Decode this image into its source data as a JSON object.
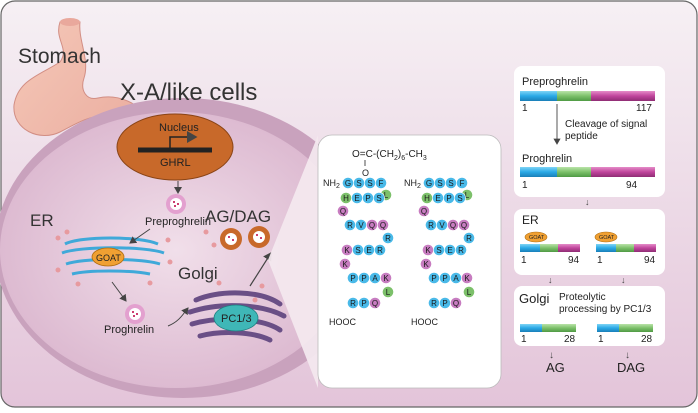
{
  "labels": {
    "stomach": "Stomach",
    "cells": "X-A/like cells",
    "nucleus": "Nucleus",
    "ghrl": "GHRL",
    "preproghrelin_cell": "Preproghrelin",
    "er": "ER",
    "goat": "GOAT",
    "proghrelin_cell": "Proghrelin",
    "golgi": "Golgi",
    "pc13": "PC1/3",
    "ag_dag": "AG/DAG"
  },
  "peptide": {
    "modification_line1": "O=C-(CH",
    "modification_sub2": "2",
    "modification_line2": ")",
    "modification_sub6": "6",
    "modification_line3": "-CH",
    "modification_sub3": "3",
    "o_label": "O",
    "nh2": "NH",
    "nh2_sub": "2",
    "hooc": "HOOC",
    "residues": [
      "G",
      "S",
      "S",
      "F",
      "L",
      "H",
      "E",
      "P",
      "S",
      "Q",
      "R",
      "V",
      "Q",
      "Q",
      "R",
      "K",
      "S",
      "E",
      "R",
      "K",
      "P",
      "P",
      "A",
      "K",
      "L",
      "R",
      "P",
      "Q"
    ]
  },
  "processing": {
    "preproghrelin_title": "Preproghrelin",
    "pre_start": "1",
    "pre_end": "117",
    "cleavage_note_1": "Cleavage of signal",
    "cleavage_note_2": "peptide",
    "proghrelin_title": "Proghrelin",
    "pro_start": "1",
    "pro_end": "94",
    "er_title": "ER",
    "goat_tag": "GOAT",
    "er_left_start": "1",
    "er_left_end": "94",
    "er_right_start": "1",
    "er_right_end": "94",
    "golgi_title": "Golgi",
    "golgi_note_1": "Proteolytic",
    "golgi_note_2": "processing by PC1/3",
    "golgi_left_start": "1",
    "golgi_left_end": "28",
    "golgi_right_start": "1",
    "golgi_right_end": "28",
    "ag": "AG",
    "dag": "DAG"
  },
  "colors": {
    "segment_blue": "#2aa9e6",
    "segment_green": "#7cc06a",
    "segment_magenta": "#c0459c",
    "nucleus": "#c8692a",
    "goat": "#f0a032",
    "pc13": "#3fb7b7",
    "golgi": "#6a4f86"
  }
}
